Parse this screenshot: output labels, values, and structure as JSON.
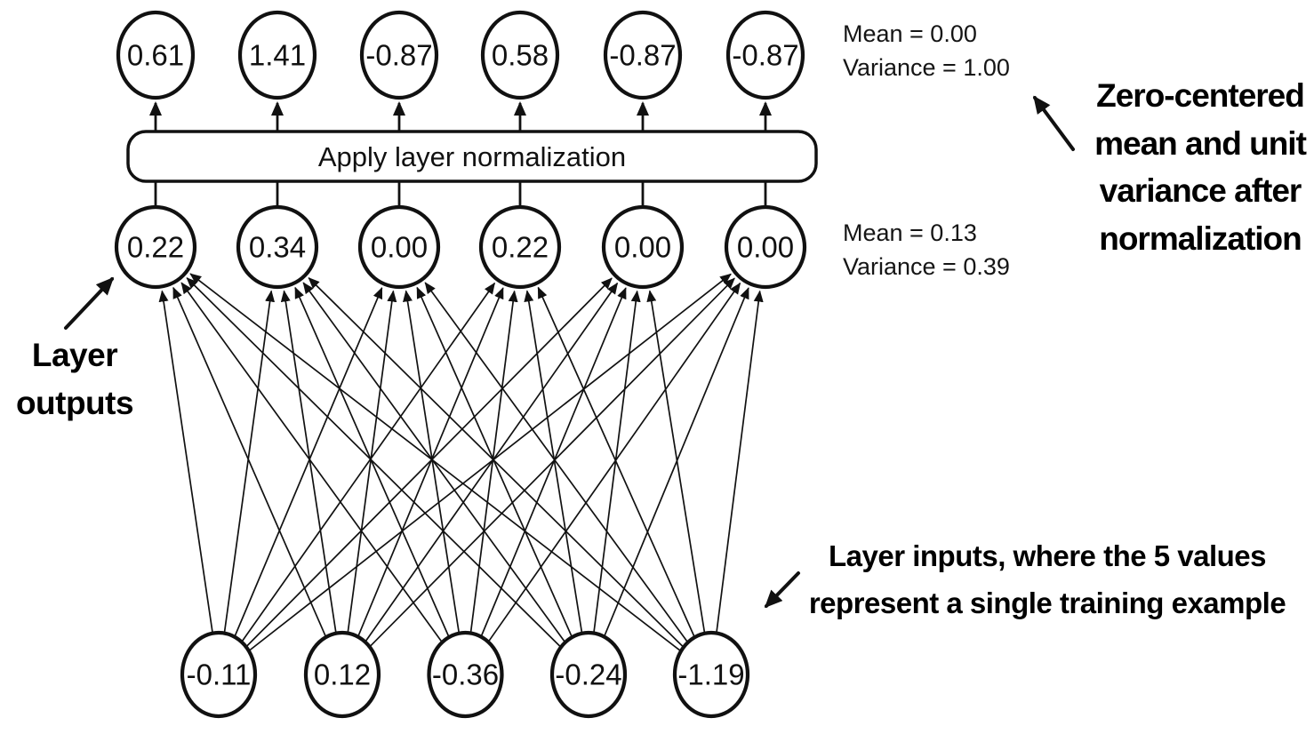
{
  "diagram": {
    "colors": {
      "ink": "#111111",
      "background": "#ffffff"
    },
    "normalization": {
      "label": "Apply layer normalization"
    },
    "rows": {
      "top": [
        "0.61",
        "1.41",
        "-0.87",
        "0.58",
        "-0.87",
        "-0.87"
      ],
      "middle": [
        "0.22",
        "0.34",
        "0.00",
        "0.22",
        "0.00",
        "0.00"
      ],
      "bottom": [
        "-0.11",
        "0.12",
        "-0.36",
        "-0.24",
        "-1.19"
      ]
    },
    "stats": {
      "after_norm": {
        "mean": "Mean = 0.00",
        "variance": "Variance = 1.00"
      },
      "before_norm": {
        "mean": "Mean = 0.13",
        "variance": "Variance = 0.39"
      }
    },
    "annotations": {
      "zero_centered": {
        "lines": [
          "Zero-centered",
          "mean and unit",
          "variance after",
          "normalization"
        ]
      },
      "layer_outputs": {
        "lines": [
          "Layer",
          "outputs"
        ]
      },
      "layer_inputs": {
        "lines": [
          "Layer inputs, where the 5 values",
          "represent a single training example"
        ]
      }
    }
  }
}
